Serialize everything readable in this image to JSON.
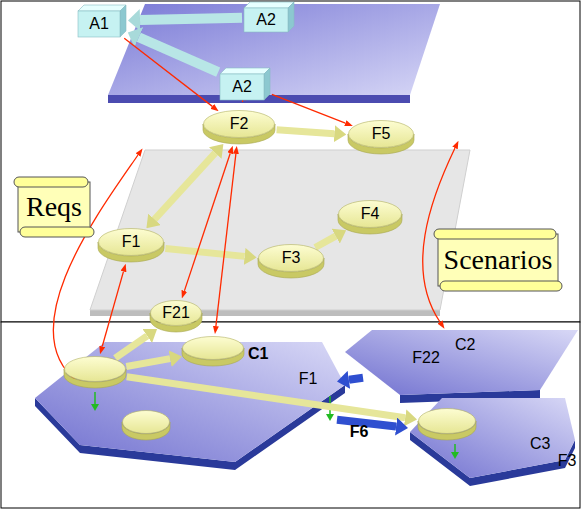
{
  "diagram": {
    "nodes": [
      {
        "text": [
          "A1"
        ]
      },
      {
        "text": [
          "A2"
        ]
      },
      {
        "text": [
          "A2"
        ]
      },
      {
        "text": [
          "F2"
        ]
      },
      {
        "text": [
          "F5"
        ]
      },
      {
        "text": [
          "F1"
        ]
      },
      {
        "text": [
          "F4"
        ]
      },
      {
        "text": [
          "F3"
        ]
      },
      {
        "text": [
          "Reqs"
        ]
      },
      {
        "text": [
          "Scenarios"
        ]
      },
      {
        "text": [
          "C1"
        ]
      },
      {
        "text": [
          "F21"
        ]
      },
      {
        "text": [
          "F22"
        ],
        "in": 10
      },
      {
        "text": [
          "F1"
        ],
        "in": 10
      },
      {
        "text": [
          "F6"
        ],
        "in": 10
      },
      {
        "text": [
          "C2"
        ]
      },
      {
        "text": [
          "C3"
        ]
      },
      {
        "text": [
          "F3"
        ],
        "in": 16
      }
    ],
    "edges": [
      {
        "from": 1,
        "to": 0,
        "arrow": "to"
      },
      {
        "from": 2,
        "to": 0,
        "arrow": "to"
      },
      {
        "from": 0,
        "to": 3,
        "arrow": "to"
      },
      {
        "from": 2,
        "to": 3,
        "arrow": "to"
      },
      {
        "from": 2,
        "to": 4,
        "arrow": "to"
      },
      {
        "from": 5,
        "to": 3,
        "arrow": "both"
      },
      {
        "from": 3,
        "to": 4,
        "arrow": "to"
      },
      {
        "from": 7,
        "to": 6,
        "arrow": "to"
      },
      {
        "from": 5,
        "to": 7,
        "arrow": "to"
      },
      {
        "from": 5,
        "to": 13,
        "arrow": "both"
      },
      {
        "from": 3,
        "to": 11,
        "arrow": "both"
      },
      {
        "from": 3,
        "to": 12,
        "arrow": "both"
      },
      {
        "from": 13,
        "to": 11,
        "arrow": "to"
      },
      {
        "from": 13,
        "to": 12,
        "arrow": "to"
      },
      {
        "from": 13,
        "to": 17,
        "arrow": "to"
      },
      {
        "from": 15,
        "to": 10,
        "arrow": "to"
      },
      {
        "from": 10,
        "to": 16,
        "arrow": "to"
      }
    ]
  }
}
